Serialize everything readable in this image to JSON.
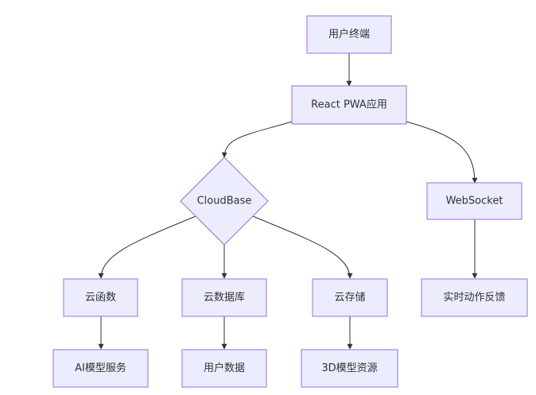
{
  "diagram": {
    "nodes": {
      "user_terminal": "用户终端",
      "react_pwa": "React PWA应用",
      "cloudbase": "CloudBase",
      "websocket": "WebSocket",
      "cloud_functions": "云函数",
      "cloud_database": "云数据库",
      "cloud_storage": "云存储",
      "realtime_feedback": "实时动作反馈",
      "ai_model_service": "AI模型服务",
      "user_data": "用户数据",
      "model_3d_resources": "3D模型资源"
    },
    "edges": [
      {
        "from": "user_terminal",
        "to": "react_pwa"
      },
      {
        "from": "react_pwa",
        "to": "cloudbase"
      },
      {
        "from": "react_pwa",
        "to": "websocket"
      },
      {
        "from": "cloudbase",
        "to": "cloud_functions"
      },
      {
        "from": "cloudbase",
        "to": "cloud_database"
      },
      {
        "from": "cloudbase",
        "to": "cloud_storage"
      },
      {
        "from": "websocket",
        "to": "realtime_feedback"
      },
      {
        "from": "cloud_functions",
        "to": "ai_model_service"
      },
      {
        "from": "cloud_database",
        "to": "user_data"
      },
      {
        "from": "cloud_storage",
        "to": "model_3d_resources"
      }
    ],
    "colors": {
      "node_fill": "#ECECFF",
      "node_stroke": "#9370DB",
      "edge": "#333333",
      "text": "#333333"
    }
  }
}
